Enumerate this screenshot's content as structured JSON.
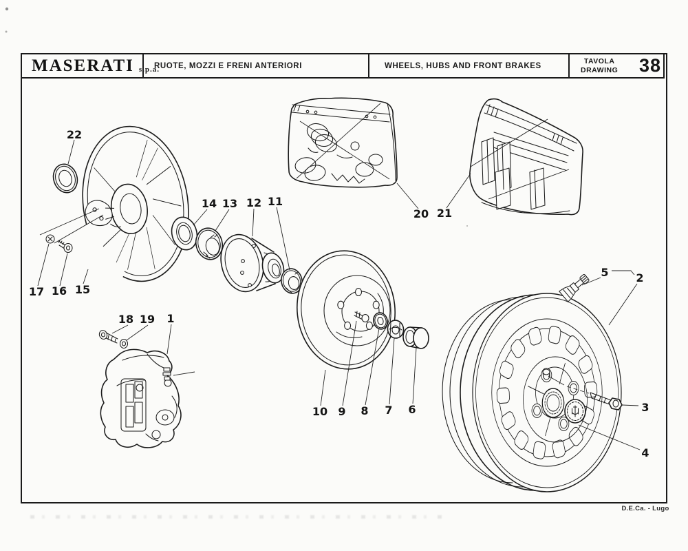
{
  "page": {
    "background": "#fbfbf9",
    "ink": "#1b1b1b"
  },
  "header": {
    "brand": "MASERATI",
    "brand_suffix": "s.p.a.",
    "title_italian": "RUOTE, MOZZI E FRENI ANTERIORI",
    "title_english": "WHEELS, HUBS AND FRONT BRAKES",
    "plate_word_italian": "TAVOLA",
    "plate_word_english": "DRAWING",
    "plate_number": "38"
  },
  "callouts": {
    "1": "1",
    "2": "2",
    "3": "3",
    "4": "4",
    "5": "5",
    "6": "6",
    "7": "7",
    "8": "8",
    "9": "9",
    "10": "10",
    "11": "11",
    "12": "12",
    "13": "13",
    "14": "14",
    "15": "15",
    "16": "16",
    "17": "17",
    "18": "18",
    "19": "19",
    "20": "20",
    "21": "21",
    "22": "22"
  },
  "footer": {
    "credit": "D.E.Ca. - Lugo"
  }
}
